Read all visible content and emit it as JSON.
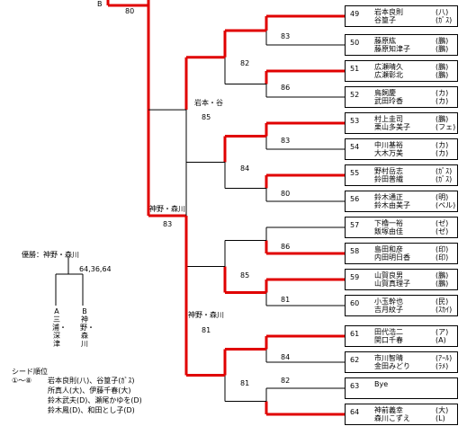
{
  "top": {
    "entry": "B",
    "score": "80"
  },
  "players": [
    {
      "num": "49",
      "p1": "岩本良則",
      "c1": "(八)",
      "p2": "谷篁子",
      "c2": "(ｶﾞｽ)"
    },
    {
      "num": "50",
      "p1": "藤原紘",
      "c1": "(鵬)",
      "p2": "藤原知津子",
      "c2": "(鵬)"
    },
    {
      "num": "51",
      "p1": "広瀬晴久",
      "c1": "(鵬)",
      "p2": "広瀬彰北",
      "c2": "(鵬)"
    },
    {
      "num": "52",
      "p1": "鳥飼慶",
      "c1": "(カ)",
      "p2": "武田玲香",
      "c2": "(カ)"
    },
    {
      "num": "53",
      "p1": "村上圭司",
      "c1": "(鵬)",
      "p2": "栗山多美子",
      "c2": "(フェ)"
    },
    {
      "num": "54",
      "p1": "中川基裕",
      "c1": "(カ)",
      "p2": "大木万美",
      "c2": "(カ)"
    },
    {
      "num": "55",
      "p1": "野村岳志",
      "c1": "(ｶﾞｽ)",
      "p2": "鈴田普繊",
      "c2": "(ｶﾞｽ)"
    },
    {
      "num": "56",
      "p1": "鈴木通正",
      "c1": "(明)",
      "p2": "鈴木由美子",
      "c2": "(ベル)"
    },
    {
      "num": "57",
      "p1": "下櫓一裕",
      "c1": "(ゼ)",
      "p2": "飯塚由佳",
      "c2": "(ゼ)"
    },
    {
      "num": "58",
      "p1": "島田和彦",
      "c1": "(印)",
      "p2": "内田明日香",
      "c2": "(印)"
    },
    {
      "num": "59",
      "p1": "山賀良男",
      "c1": "(鵬)",
      "p2": "山賀真理子",
      "c2": "(鵬)"
    },
    {
      "num": "60",
      "p1": "小玉幹也",
      "c1": "(民)",
      "p2": "吉月紋子",
      "c2": "(ｽｶｲ)"
    },
    {
      "num": "61",
      "p1": "田代浩二",
      "c1": "(ア)",
      "p2": "関口千春",
      "c2": "(A)"
    },
    {
      "num": "62",
      "p1": "市川智晴",
      "c1": "(ｱｰﾙ)",
      "p2": "金田みどり",
      "c2": "(ﾗﾒ)"
    },
    {
      "num": "63",
      "p1": "Bye",
      "c1": "",
      "p2": "",
      "c2": ""
    },
    {
      "num": "64",
      "p1": "神前義幸",
      "c1": "(大)",
      "p2": "森川こずえ",
      "c2": "(L)"
    }
  ],
  "round1_scores": [
    "83",
    "86",
    "83",
    "80",
    "86",
    "81",
    "84",
    "82"
  ],
  "round2": {
    "labels": [
      "岩本・谷",
      "",
      "",
      "神野・森川"
    ],
    "scores": [
      "82",
      "84",
      "85",
      "81"
    ]
  },
  "round3": {
    "labels": [
      "",
      "神野・森川"
    ],
    "scores": [
      "85",
      "81"
    ]
  },
  "round4": {
    "label": "神野・森川",
    "score": "83"
  },
  "final": {
    "label": "優勝：神野・森川",
    "score": "64,36,64"
  },
  "final_vertical": {
    "left": "A三浦・深津",
    "right": "B神野・森川"
  },
  "seeds": {
    "title": "シード順位",
    "range": "①〜⑧",
    "lines": [
      "岩本良則(八)、谷篁子(ｶﾞｽ)",
      "所真人(大)、伊藤千春(大)",
      "鈴木武夫(D)、瀬尾かゆを(D)",
      "鈴木鳳(D)、和田とし子(D)"
    ]
  }
}
